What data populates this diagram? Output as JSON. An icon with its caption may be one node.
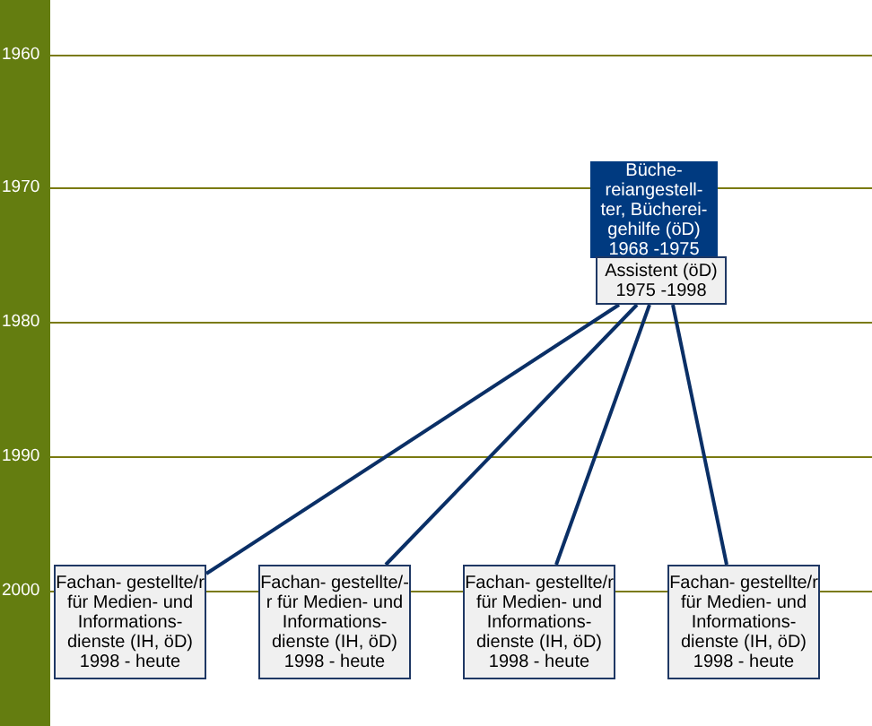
{
  "diagram": {
    "nodes": [
      {
        "text": [
          "Büche- reiangestell- ter, Bücherei- gehilfe (öD) 1968 -1975"
        ]
      },
      {
        "text": [
          "Assistent (öD) 1975 -1998"
        ]
      },
      {
        "text": [
          "Fachan- gestellte/r für Medien- und Informations- dienste (IH, öD) 1998 - heute"
        ]
      },
      {
        "text": [
          "Fachan- gestellte/-r für Medien- und Informations- dienste (IH, öD) 1998 - heute"
        ]
      },
      {
        "text": [
          "Fachan- gestellte/r für Medien- und Informations- dienste (IH, öD) 1998 - heute"
        ]
      },
      {
        "text": [
          "Fachan- gestellte/r für Medien- und Informations- dienste (IH, öD) 1998 - heute"
        ]
      }
    ],
    "edges": [
      {
        "from": 1,
        "to": 2,
        "arrow": "none"
      },
      {
        "from": 1,
        "to": 3,
        "arrow": "none"
      },
      {
        "from": 1,
        "to": 4,
        "arrow": "none"
      },
      {
        "from": 1,
        "to": 5,
        "arrow": "none"
      }
    ],
    "labels": [
      "1960",
      "1970",
      "1980",
      "1990",
      "2000"
    ]
  }
}
